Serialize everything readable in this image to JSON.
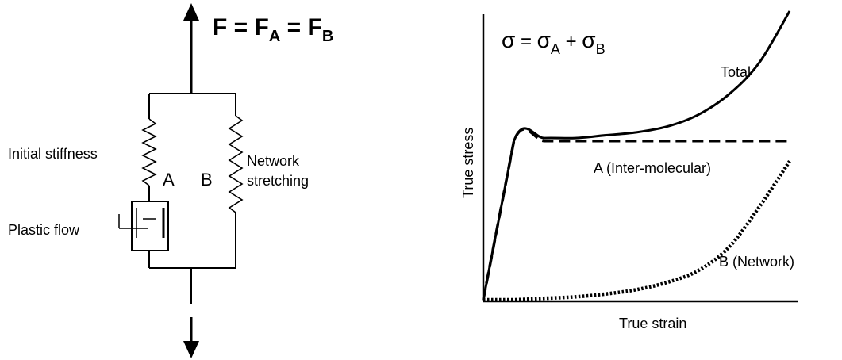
{
  "left_diagram": {
    "force_equation": {
      "F": "F",
      "eq1": " = ",
      "FA_base": "F",
      "FA_sub": "A",
      "eq2": " = ",
      "FB_base": "F",
      "FB_sub": "B"
    },
    "labels": {
      "initial_stiffness": "Initial stiffness",
      "plastic_flow": "Plastic flow",
      "branch_a": "A",
      "branch_b": "B",
      "network_line1": "Network",
      "network_line2": "stretching"
    }
  },
  "right_chart": {
    "equation": {
      "sigma": "σ",
      "eq": " = ",
      "sigma_a": "σ",
      "sub_a": "A",
      "plus": " + ",
      "sigma_b": "σ",
      "sub_b": "B"
    },
    "ylabel": "True stress",
    "xlabel": "True strain",
    "curve_labels": {
      "total": "Total",
      "a": "A  (Inter-molecular)",
      "b": "B  (Network)"
    }
  },
  "chart_data": {
    "type": "line",
    "xlabel": "True strain",
    "ylabel": "True stress",
    "series": [
      {
        "name": "Total",
        "style": "solid",
        "x": [
          0.0,
          0.1,
          0.2,
          0.3,
          0.4,
          0.5,
          0.6,
          0.7,
          0.8,
          0.9,
          1.0
        ],
        "y": [
          0.0,
          0.55,
          0.56,
          0.56,
          0.57,
          0.58,
          0.6,
          0.64,
          0.71,
          0.82,
          1.0
        ]
      },
      {
        "name": "A  (Inter-molecular)",
        "style": "dashed",
        "x": [
          0.0,
          0.1,
          0.2,
          0.3,
          0.4,
          0.5,
          0.6,
          0.7,
          0.8,
          0.9,
          1.0
        ],
        "y": [
          0.0,
          0.55,
          0.55,
          0.55,
          0.55,
          0.55,
          0.55,
          0.55,
          0.55,
          0.55,
          0.55
        ]
      },
      {
        "name": "B  (Network)",
        "style": "dotted",
        "x": [
          0.0,
          0.1,
          0.2,
          0.3,
          0.4,
          0.5,
          0.6,
          0.7,
          0.8,
          0.9,
          1.0
        ],
        "y": [
          0.0,
          0.0,
          0.005,
          0.01,
          0.02,
          0.035,
          0.06,
          0.1,
          0.18,
          0.32,
          0.48
        ]
      }
    ],
    "grid": false,
    "legend": "none"
  }
}
